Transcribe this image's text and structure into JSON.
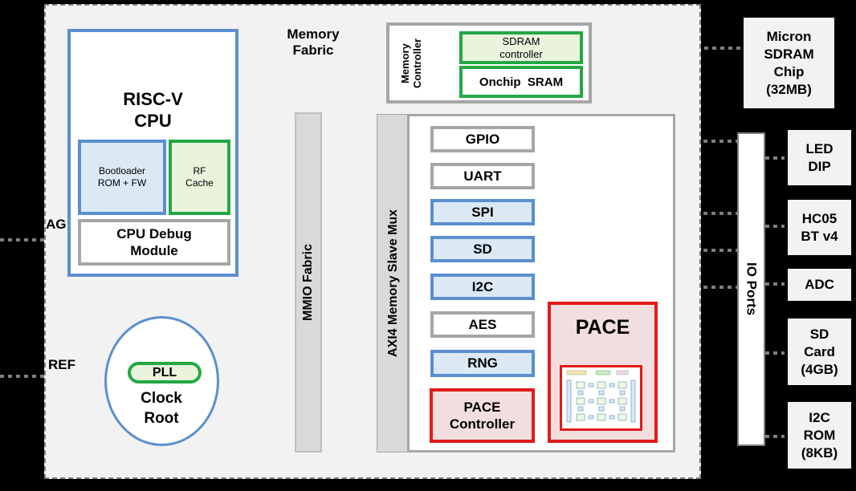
{
  "labels": {
    "memory_fabric": "Memory\nFabric",
    "cpu_title": "RISC-V\nCPU",
    "bootloader": "Bootloader\nROM + FW",
    "rf_cache": "RF\nCache",
    "cpu_debug": "CPU Debug\nModule",
    "jtag_partial": "AG",
    "ref": "REF",
    "pll": "PLL",
    "clock_root": "Clock\nRoot",
    "memory_controller": "Memory\nController",
    "sdram_controller": "SDRAM\ncontroller",
    "onchip_sram": "Onchip  SRAM",
    "mmio_fabric": "MMIO Fabric",
    "axi_mux": "AXI4 Memory Slave Mux",
    "pace_title": "PACE",
    "pace_controller": "PACE\nController",
    "io_ports": "IO Ports"
  },
  "peripherals": [
    "GPIO",
    "UART",
    "SPI",
    "SD",
    "I2C",
    "AES",
    "RNG"
  ],
  "external": {
    "sdram_chip": "Micron\nSDRAM\nChip\n(32MB)",
    "led": "LED\nDIP",
    "bt": "HC05\nBT v4",
    "adc": "ADC",
    "sd_card": "SD\nCard\n(4GB)",
    "rom": "I2C\nROM\n(8KB)"
  },
  "colors": {
    "blue_border": "#5b8fd0",
    "green_border": "#22a845",
    "red_border": "#e01b1b",
    "gray_border": "#a6a6a6",
    "background": "#000000",
    "chip_fill": "#f2f2f2"
  }
}
